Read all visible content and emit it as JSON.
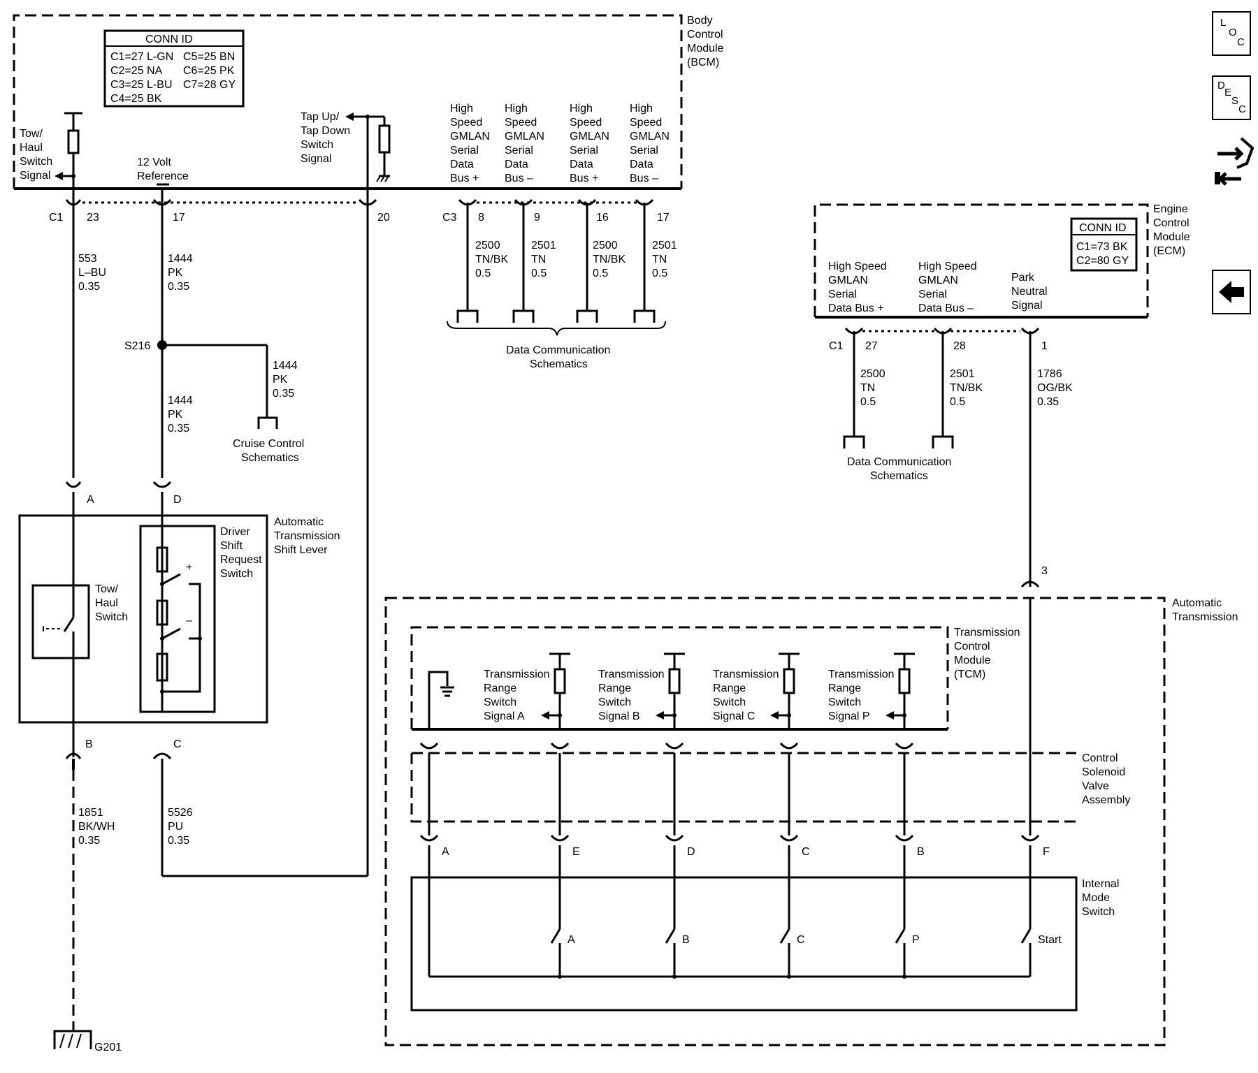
{
  "bcm": {
    "label": [
      "Body",
      "Control",
      "Module",
      "(BCM)"
    ],
    "conn_id_title": "CONN ID",
    "conn_ids": [
      "C1=27 L-GN",
      "C5=25 BN",
      "C2=25 NA",
      "C6=25 PK",
      "C3=25 L-BU",
      "C7=28 GY",
      "C4=25 BK"
    ],
    "tow_haul_signal": [
      "Tow/",
      "Haul",
      "Switch",
      "Signal"
    ],
    "ref_12v": [
      "12 Volt",
      "Reference"
    ],
    "tap_signal": [
      "Tap Up/",
      "Tap Down",
      "Switch",
      "Signal"
    ],
    "gmlan_signals": [
      [
        "High",
        "Speed",
        "GMLAN",
        "Serial",
        "Data",
        "Bus +"
      ],
      [
        "High",
        "Speed",
        "GMLAN",
        "Serial",
        "Data",
        "Bus –"
      ],
      [
        "High",
        "Speed",
        "GMLAN",
        "Serial",
        "Data",
        "Bus +"
      ],
      [
        "High",
        "Speed",
        "GMLAN",
        "Serial",
        "Data",
        "Bus –"
      ]
    ],
    "c1": "C1",
    "c3": "C3",
    "pins_c1": [
      "23",
      "17",
      "20"
    ],
    "pins_c3": [
      "8",
      "9",
      "16",
      "17"
    ]
  },
  "bcm_wires": [
    [
      "553",
      "L–BU",
      "0.35"
    ],
    [
      "1444",
      "PK",
      "0.35"
    ]
  ],
  "splice": {
    "id": "S216",
    "branch_wire": [
      "1444",
      "PK",
      "0.35"
    ],
    "lower_wire": [
      "1444",
      "PK",
      "0.35"
    ],
    "dest": [
      "Cruise Control",
      "Schematics"
    ]
  },
  "data_wires_bcm": [
    [
      "2500",
      "TN/BK",
      "0.5"
    ],
    [
      "2501",
      "TN",
      "0.5"
    ],
    [
      "2500",
      "TN/BK",
      "0.5"
    ],
    [
      "2501",
      "TN",
      "0.5"
    ]
  ],
  "data_comm_bcm": [
    "Data Communication",
    "Schematics"
  ],
  "shift_lever": {
    "label": [
      "Automatic",
      "Transmission",
      "Shift Lever"
    ],
    "driver_switch": [
      "Driver",
      "Shift",
      "Request",
      "Switch"
    ],
    "tow_switch": [
      "Tow/",
      "Haul",
      "Switch"
    ],
    "pins": [
      "A",
      "D",
      "B",
      "C"
    ],
    "plus": "+",
    "minus": "–"
  },
  "ground_wire": [
    "1851",
    "BK/WH",
    "0.35"
  ],
  "pu_wire": [
    "5526",
    "PU",
    "0.35"
  ],
  "ground_id": "G201",
  "ecm": {
    "label": [
      "Engine",
      "Control",
      "Module",
      "(ECM)"
    ],
    "conn_id_title": "CONN ID",
    "conn_ids": [
      "C1=73 BK",
      "C2=80 GY"
    ],
    "signals": [
      [
        "High Speed",
        "GMLAN",
        "Serial",
        "Data Bus +"
      ],
      [
        "High Speed",
        "GMLAN",
        "Serial",
        "Data Bus –"
      ],
      [
        "Park",
        "Neutral",
        "Signal"
      ]
    ],
    "c1": "C1",
    "pins": [
      "27",
      "28",
      "1"
    ],
    "wires": [
      [
        "2500",
        "TN",
        "0.5"
      ],
      [
        "2501",
        "TN/BK",
        "0.5"
      ],
      [
        "1786",
        "OG/BK",
        "0.35"
      ]
    ],
    "data_comm": [
      "Data Communication",
      "Schematics"
    ]
  },
  "trans": {
    "label": [
      "Automatic",
      "Transmission"
    ],
    "pin3": "3",
    "tcm_label": [
      "Transmission",
      "Control",
      "Module",
      "(TCM)"
    ],
    "trs_signals": [
      [
        "Transmission",
        "Range",
        "Switch",
        "Signal A"
      ],
      [
        "Transmission",
        "Range",
        "Switch",
        "Signal B"
      ],
      [
        "Transmission",
        "Range",
        "Switch",
        "Signal C"
      ],
      [
        "Transmission",
        "Range",
        "Switch",
        "Signal P"
      ]
    ],
    "csva_label": [
      "Control",
      "Solenoid",
      "Valve",
      "Assembly"
    ],
    "pins": [
      "A",
      "E",
      "D",
      "C",
      "B",
      "F"
    ],
    "ims_label": [
      "Internal",
      "Mode",
      "Switch"
    ],
    "switches": [
      "A",
      "B",
      "C",
      "P",
      "Start"
    ]
  },
  "nav": {
    "loc": [
      "L",
      "O",
      "C"
    ],
    "desc": [
      "D",
      "E",
      "S",
      "C"
    ],
    "connector_icon": "connector-icon",
    "back_icon": "back-arrow-icon"
  }
}
